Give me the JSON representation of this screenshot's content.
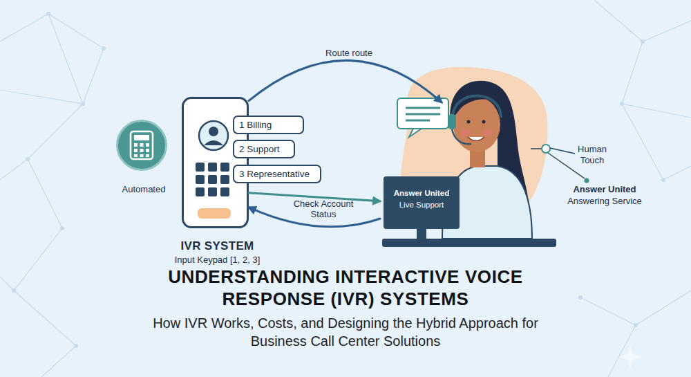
{
  "diagram": {
    "title": "UNDERSTANDING INTERACTIVE VOICE RESPONSE (IVR) SYSTEMS",
    "caption": "How IVR Works, Costs, and Designing the Hybrid Approach for Business Call Center Solutions",
    "nodes": [
      {
        "text": [
          "IVR SYSTEM",
          "Input Keypad [1, 2, 3]"
        ]
      },
      {
        "text": [
          "1 Billing"
        ],
        "in": 0
      },
      {
        "text": [
          "2 Support"
        ],
        "in": 0
      },
      {
        "text": [
          "3 Representative"
        ],
        "in": 0
      },
      {
        "text": [
          "Automated"
        ]
      },
      {
        "text": [
          "Answer United",
          "Live Support"
        ]
      }
    ],
    "edges": [
      {
        "from": 0,
        "to": 5,
        "label": "Route route",
        "arrow": "to"
      },
      {
        "from": 0,
        "to": 5,
        "arrow": "to"
      },
      {
        "from": 5,
        "to": 0,
        "label": "Check Account Status",
        "arrow": "to"
      }
    ],
    "labels": [
      "Human Touch",
      "Answer United",
      "Answering Service"
    ]
  }
}
